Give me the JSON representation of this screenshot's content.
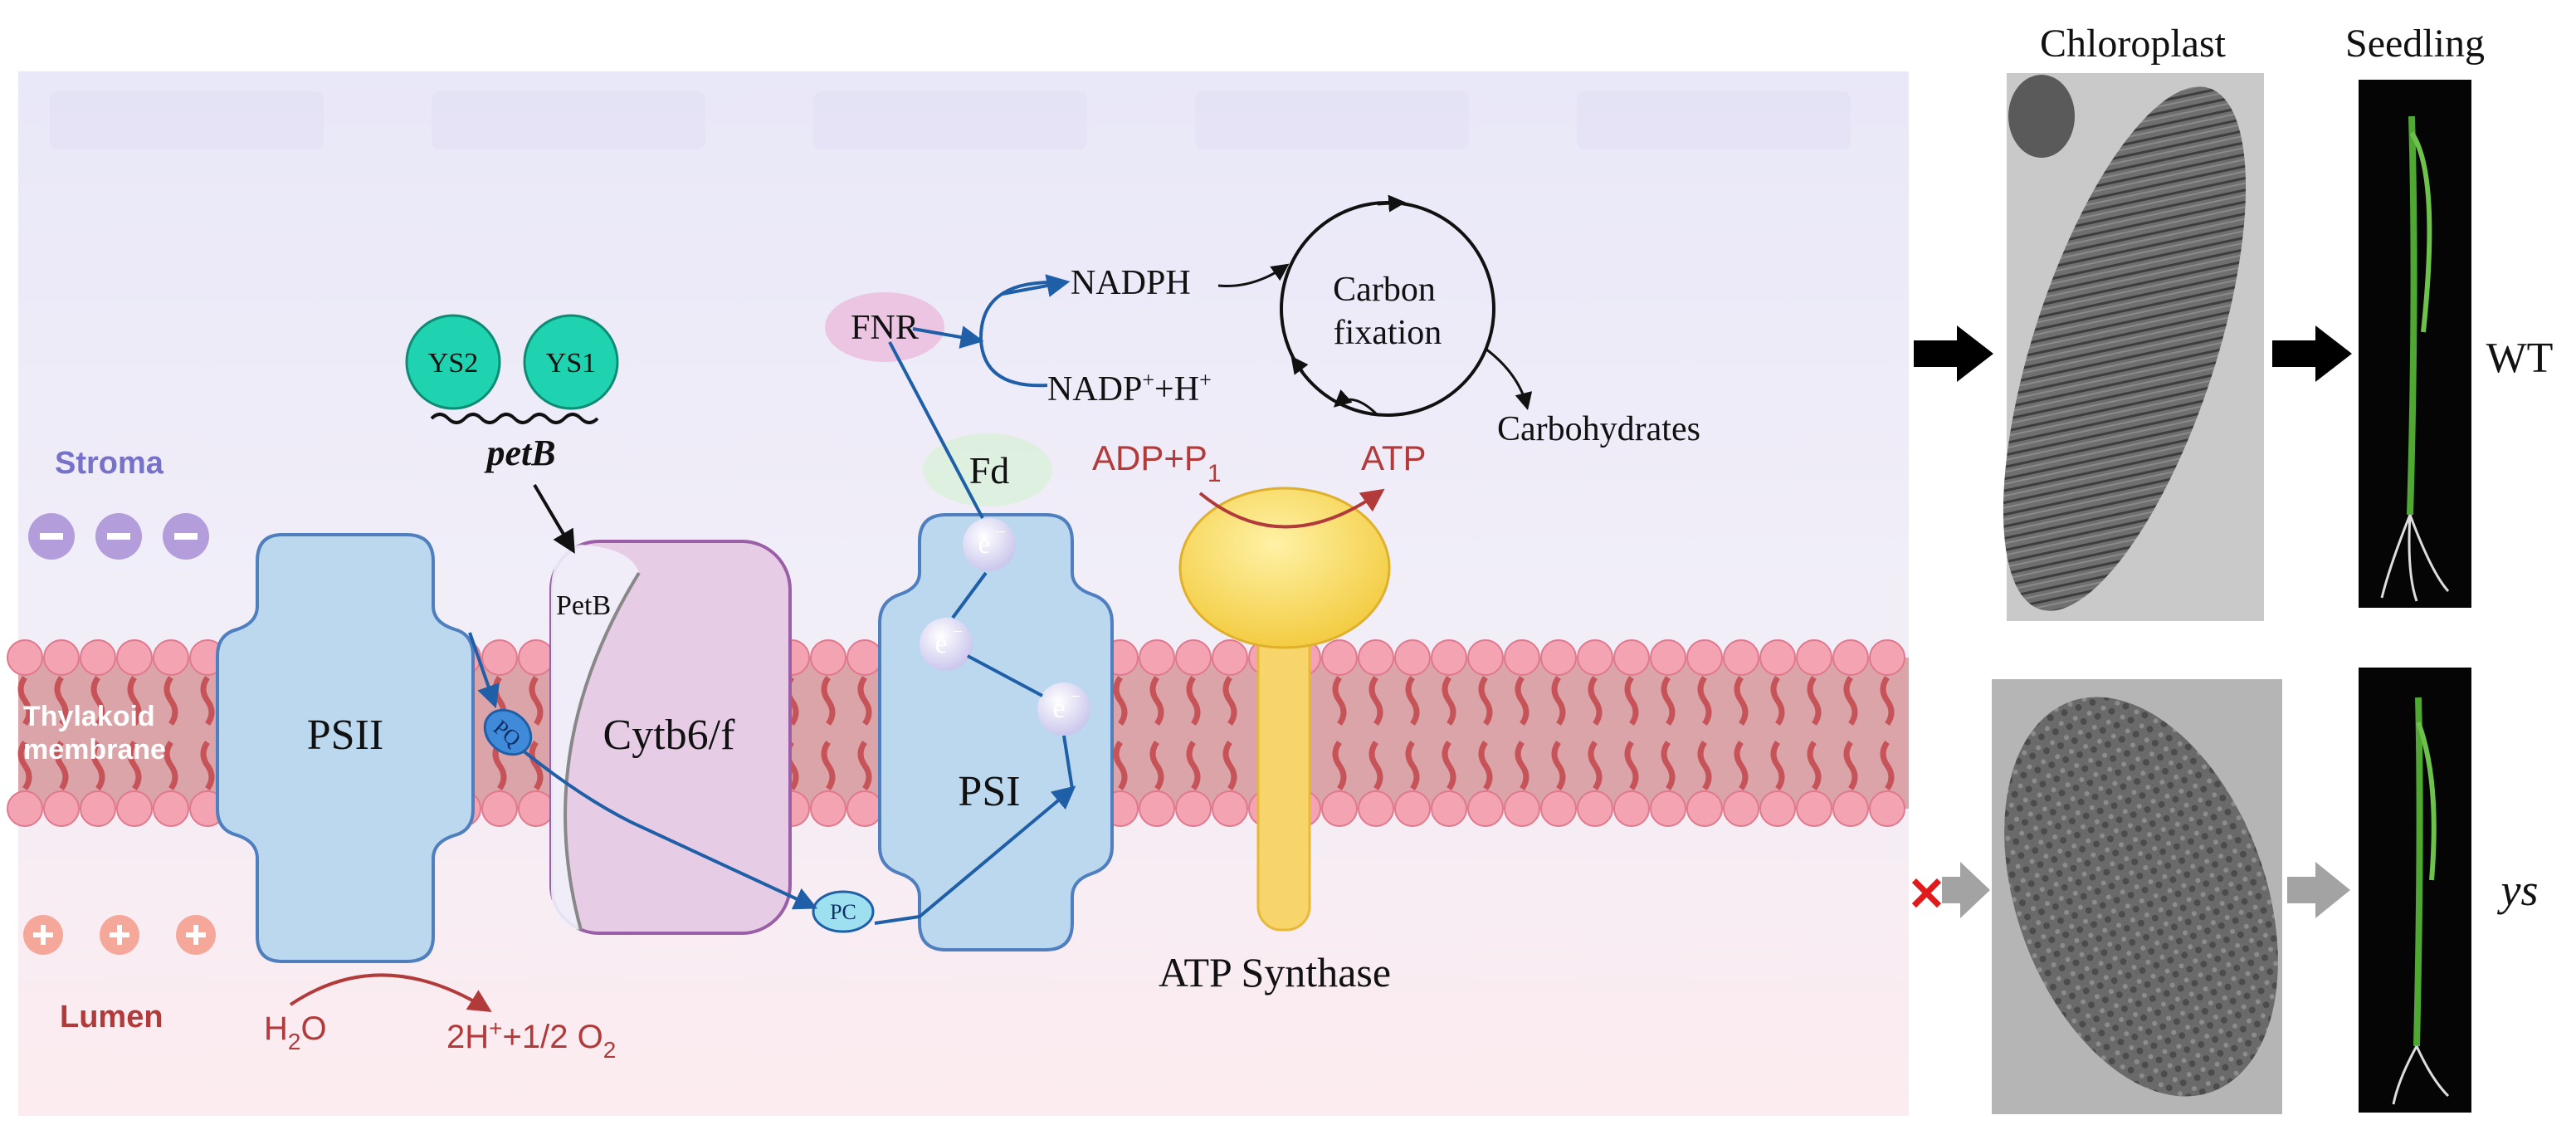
{
  "labels": {
    "stroma": "Stroma",
    "lumen": "Lumen",
    "thylakoid_line1": "Thylakoid",
    "thylakoid_line2": "membrane",
    "psii": "PSII",
    "cytb6f": "Cytb6/f",
    "petb_protein": "PetB",
    "petb_gene": "petB",
    "ys2": "YS2",
    "ys1": "YS1",
    "psi": "PSI",
    "pq": "PQ",
    "pc": "PC",
    "fd": "Fd",
    "fnr": "FNR",
    "electron": "e",
    "electron_sup": "−",
    "nadph": "NADPH",
    "nadp_main": "NADP",
    "nadp_sup1": "+",
    "nadp_mid": "+H",
    "nadp_sup2": "+",
    "carbon_line1": "Carbon",
    "carbon_line2": "fixation",
    "carbohydrates": "Carbohydrates",
    "adp_main": "ADP+P",
    "adp_sub": "1",
    "atp": "ATP",
    "atp_synthase": "ATP Synthase",
    "h2o_h": "H",
    "h2o_sub": "2",
    "h2o_o": "O",
    "h_products_a": "2H",
    "h_products_sup": "+",
    "h_products_b": "+1/2 O",
    "h_products_sub": "2",
    "minus_sign": "−",
    "plus_sign": "+"
  },
  "panel": {
    "col_chloroplast": "Chloroplast",
    "col_seedling": "Seedling",
    "row_wt": "WT",
    "row_ys": "ys",
    "blocked_mark": "✕"
  },
  "colors": {
    "stroma_bg": "#ecebf9",
    "lumen_bg": "#fbeef0",
    "membrane_pink": "#f4a3b2",
    "membrane_band": "#dba4a9",
    "psii_fill": "#bcd8ef",
    "cytb6f_fill": "#e7cce6",
    "psi_fill": "#bcd8ef",
    "atp_synthase_head": "#f7d54b",
    "arrow_blue": "#1e5fa8",
    "red_text": "#b23a3a",
    "ys_circle": "#1fd3b0",
    "minus_purple": "#b39ddb",
    "plus_salmon": "#f5a89a",
    "stroma_label": "#7672c9",
    "lumen_label": "#b23a3a"
  }
}
